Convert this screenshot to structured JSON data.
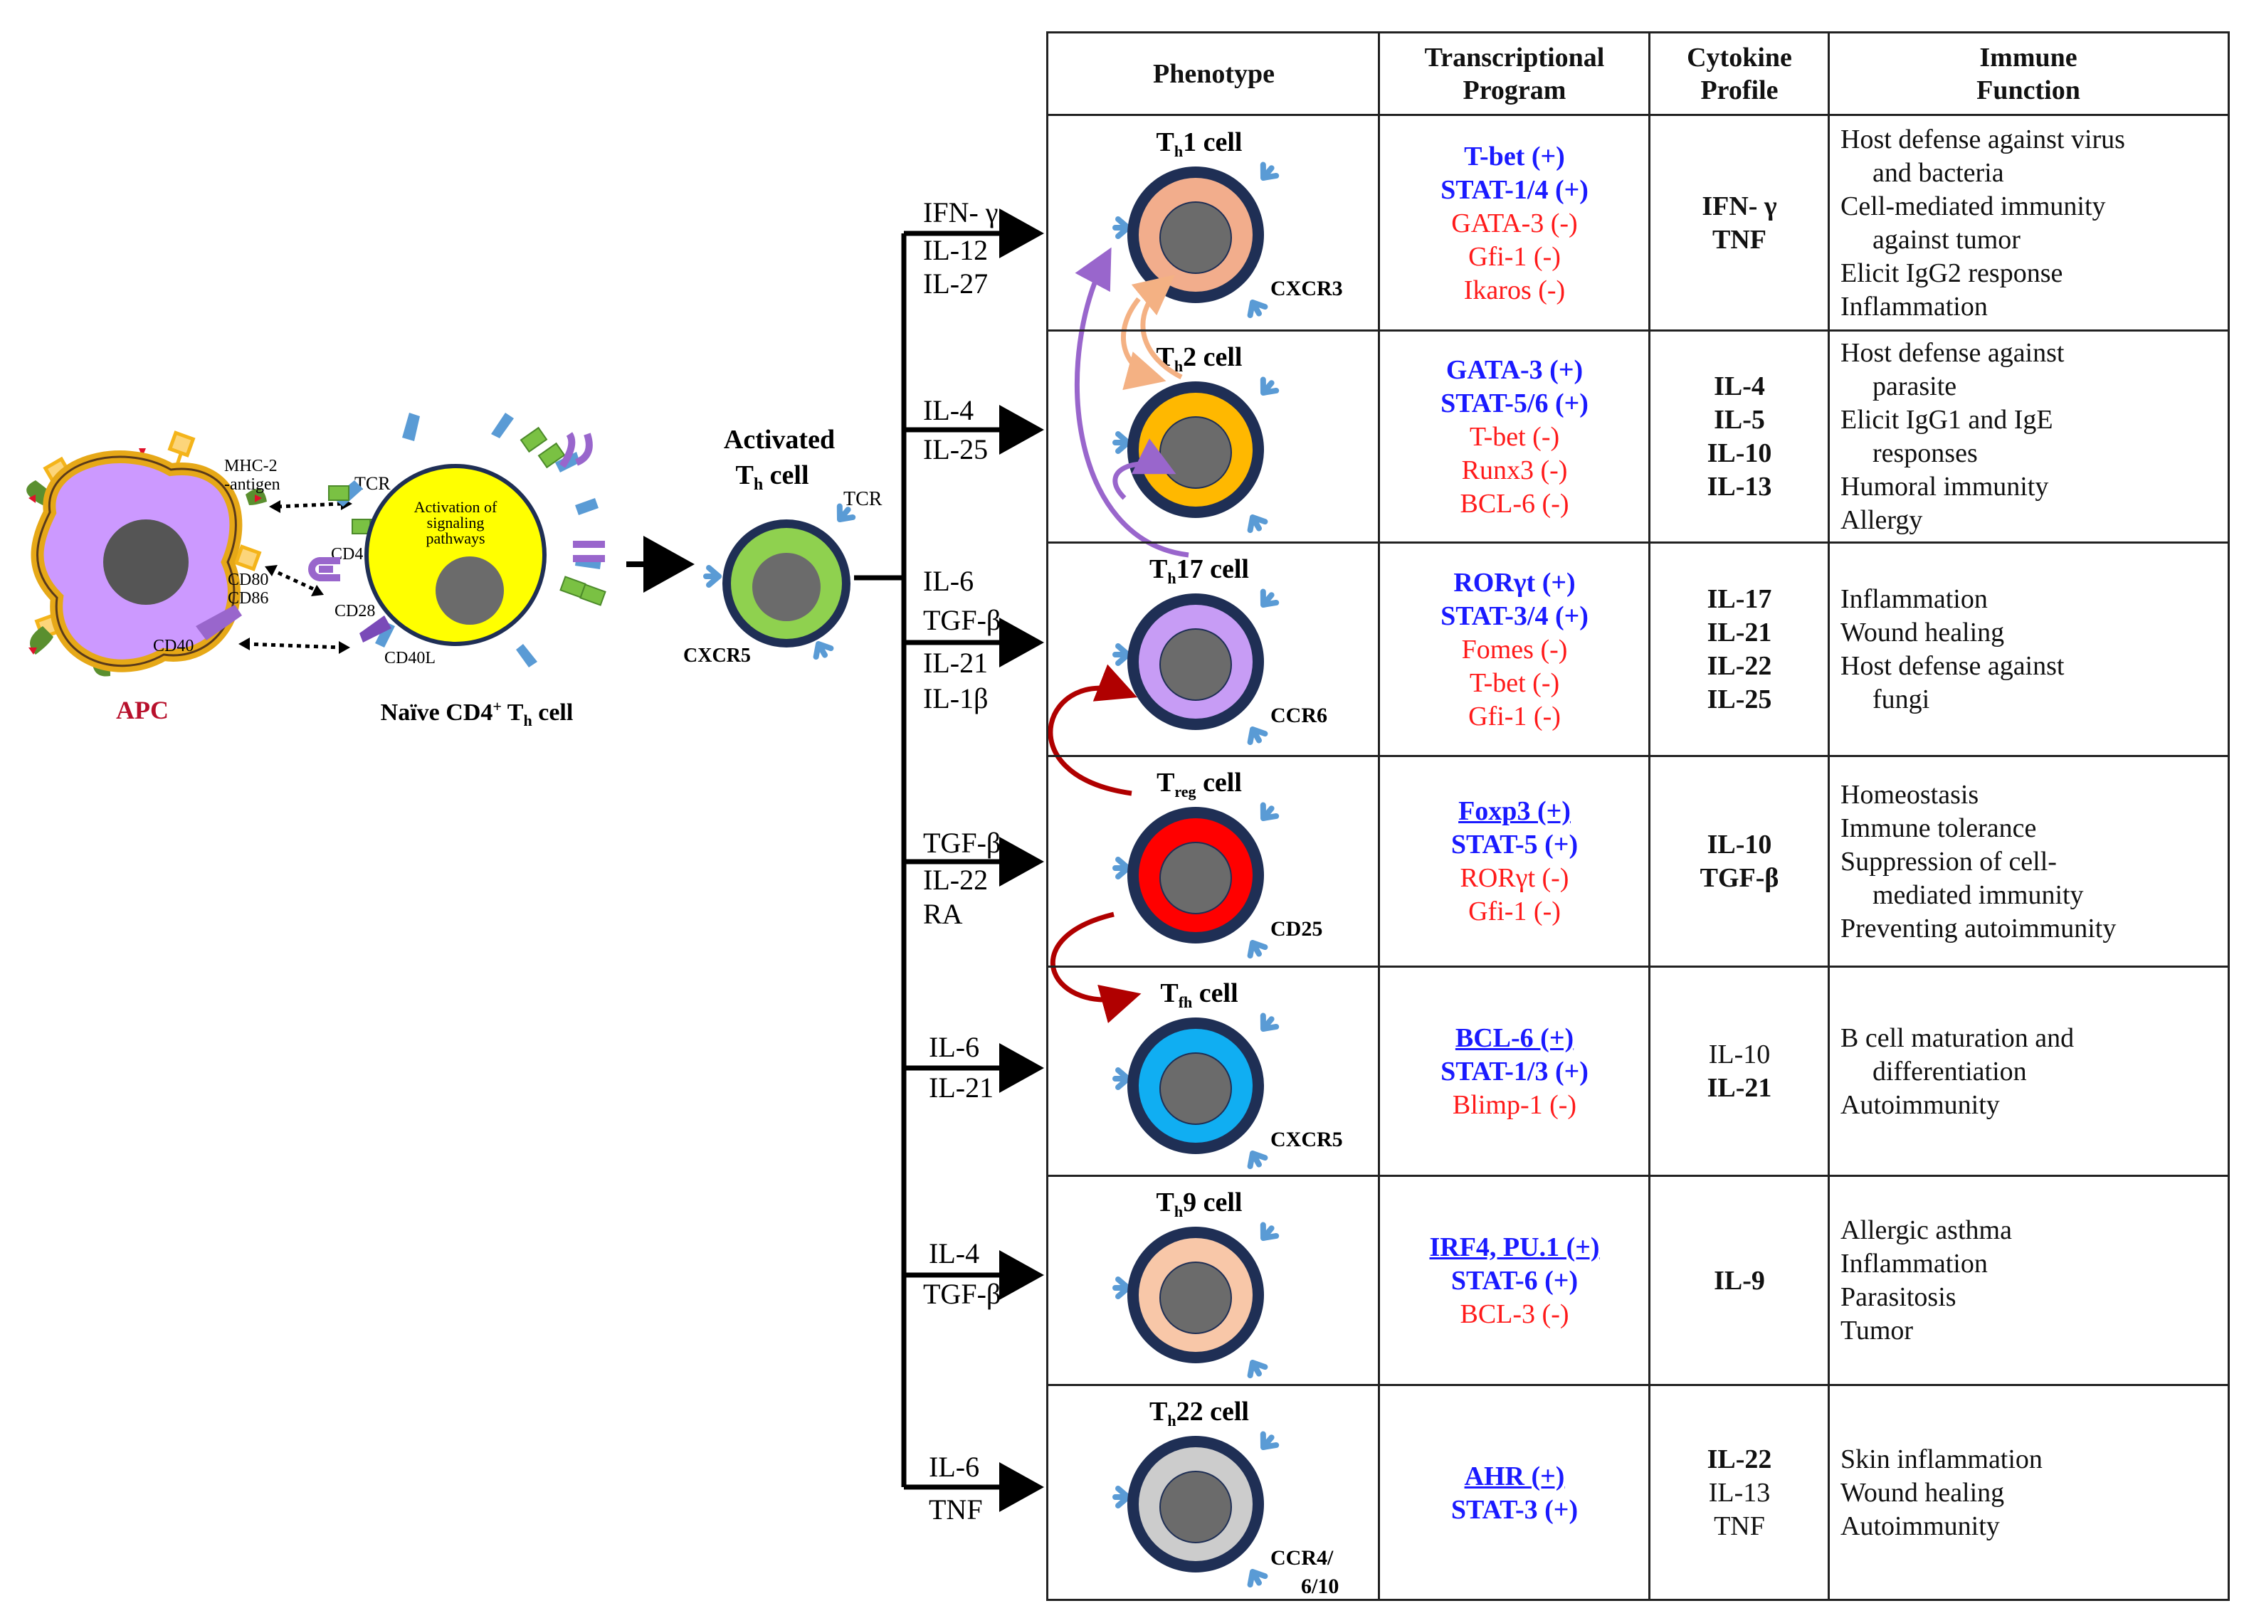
{
  "left": {
    "apc_label": "APC",
    "mhc_label_1": "MHC-2",
    "mhc_label_2": "-antigen",
    "tcr_label": "TCR",
    "cd4_label": "CD4",
    "cd80_label": "CD80",
    "cd86_label": "CD86",
    "cd28_label": "CD28",
    "cd40_label": "CD40",
    "cd40l_label": "CD40L",
    "activation_1": "Activation of",
    "activation_2": "signaling",
    "activation_3": "pathways",
    "naive_label": "Naïve CD4",
    "naive_sup": "+",
    "naive_t": " T",
    "naive_sub": "h",
    "naive_end": " cell",
    "activated_1": "Activated",
    "activated_t": "T",
    "activated_sub": "h",
    "activated_end": " cell",
    "activated_tcr": "TCR",
    "activated_cxcr5": "CXCR5"
  },
  "branches": [
    {
      "lines": [
        "IFN- γ",
        "IL-12",
        "IL-27"
      ]
    },
    {
      "lines": [
        "IL-4",
        "IL-25"
      ]
    },
    {
      "lines": [
        "IL-6",
        "TGF-β",
        "IL-21",
        "IL-1β"
      ]
    },
    {
      "lines": [
        "TGF-β",
        "IL-22",
        "RA"
      ]
    },
    {
      "lines": [
        "IL-6",
        "IL-21"
      ]
    },
    {
      "lines": [
        "IL-4",
        "TGF-β"
      ]
    },
    {
      "lines": [
        "IL-6",
        "TNF"
      ]
    }
  ],
  "table": {
    "headers": [
      "Phenotype",
      "Transcriptional\nProgram",
      "Cytokine\nProfile",
      "Immune\nFunction"
    ],
    "rows": [
      {
        "cell_t": "T",
        "cell_sub": "h",
        "cell_rest": "1 cell",
        "marker": "CXCR3",
        "inner_color": "#f2ad8c",
        "marker_pos": "right",
        "tf": [
          {
            "text": "T-bet (+)",
            "type": "pos"
          },
          {
            "text": "STAT-1/4 (+)",
            "type": "pos"
          },
          {
            "text": "GATA-3 (-)",
            "type": "neg"
          },
          {
            "text": "Gfi-1 (-)",
            "type": "neg"
          },
          {
            "text": "Ikaros (-)",
            "type": "neg"
          }
        ],
        "cytokines": [
          {
            "text": "IFN- γ",
            "bold": true
          },
          {
            "text": "TNF",
            "bold": true
          }
        ],
        "functions": [
          {
            "text": "Host defense against virus",
            "indent": false
          },
          {
            "text": "and bacteria",
            "indent": true
          },
          {
            "text": "Cell-mediated immunity",
            "indent": false
          },
          {
            "text": "against tumor",
            "indent": true
          },
          {
            "text": "Elicit IgG2 response",
            "indent": false
          },
          {
            "text": "Inflammation",
            "indent": false
          }
        ]
      },
      {
        "cell_t": "T",
        "cell_sub": "h",
        "cell_rest": "2 cell",
        "marker": "",
        "inner_color": "#ffb800",
        "tf": [
          {
            "text": "GATA-3 (+)",
            "type": "pos"
          },
          {
            "text": "STAT-5/6 (+)",
            "type": "pos"
          },
          {
            "text": "T-bet (-)",
            "type": "neg"
          },
          {
            "text": "Runx3 (-)",
            "type": "neg"
          },
          {
            "text": "BCL-6 (-)",
            "type": "neg"
          }
        ],
        "cytokines": [
          {
            "text": "IL-4",
            "bold": true
          },
          {
            "text": "IL-5",
            "bold": true
          },
          {
            "text": "IL-10",
            "bold": true
          },
          {
            "text": "IL-13",
            "bold": true
          }
        ],
        "functions": [
          {
            "text": "Host defense against",
            "indent": false
          },
          {
            "text": "parasite",
            "indent": true
          },
          {
            "text": "Elicit IgG1 and IgE",
            "indent": false
          },
          {
            "text": "responses",
            "indent": true
          },
          {
            "text": "Humoral immunity",
            "indent": false
          },
          {
            "text": "Allergy",
            "indent": false
          }
        ]
      },
      {
        "cell_t": "T",
        "cell_sub": "h",
        "cell_rest": "17 cell",
        "marker": "CCR6",
        "inner_color": "#c79cf5",
        "tf": [
          {
            "text": "RORγt (+)",
            "type": "pos"
          },
          {
            "text": "STAT-3/4 (+)",
            "type": "pos"
          },
          {
            "text": "Fomes (-)",
            "type": "neg"
          },
          {
            "text": "T-bet (-)",
            "type": "neg"
          },
          {
            "text": "Gfi-1 (-)",
            "type": "neg"
          }
        ],
        "cytokines": [
          {
            "text": "IL-17",
            "bold": true
          },
          {
            "text": "IL-21",
            "bold": true
          },
          {
            "text": "IL-22",
            "bold": true
          },
          {
            "text": "IL-25",
            "bold": true
          }
        ],
        "functions": [
          {
            "text": "Inflammation",
            "indent": false
          },
          {
            "text": "Wound healing",
            "indent": false
          },
          {
            "text": "Host defense against",
            "indent": false
          },
          {
            "text": "fungi",
            "indent": true
          }
        ]
      },
      {
        "cell_t": "T",
        "cell_sub": "reg",
        "cell_rest": " cell",
        "marker": "CD25",
        "inner_color": "#ff0000",
        "tf": [
          {
            "text": "Foxp3 (+)",
            "type": "pos",
            "underline": true
          },
          {
            "text": "STAT-5 (+)",
            "type": "pos"
          },
          {
            "text": "RORγt (-)",
            "type": "neg"
          },
          {
            "text": "Gfi-1 (-)",
            "type": "neg"
          }
        ],
        "cytokines": [
          {
            "text": "IL-10",
            "bold": true
          },
          {
            "text": "TGF-β",
            "bold": true
          }
        ],
        "functions": [
          {
            "text": "Homeostasis",
            "indent": false
          },
          {
            "text": "Immune tolerance",
            "indent": false
          },
          {
            "text": "Suppression of cell-",
            "indent": false
          },
          {
            "text": "mediated immunity",
            "indent": true
          },
          {
            "text": "Preventing autoimmunity",
            "indent": false
          }
        ]
      },
      {
        "cell_t": "T",
        "cell_sub": "fh",
        "cell_rest": " cell",
        "marker": "CXCR5",
        "inner_color": "#10aef2",
        "tf": [
          {
            "text": "BCL-6 (+)",
            "type": "pos",
            "underline": true
          },
          {
            "text": "STAT-1/3 (+)",
            "type": "pos"
          },
          {
            "text": "Blimp-1 (-)",
            "type": "neg"
          }
        ],
        "cytokines": [
          {
            "text": "IL-10",
            "bold": false
          },
          {
            "text": "IL-21",
            "bold": true
          }
        ],
        "functions": [
          {
            "text": "B cell maturation and",
            "indent": false
          },
          {
            "text": "differentiation",
            "indent": true
          },
          {
            "text": "Autoimmunity",
            "indent": false
          }
        ]
      },
      {
        "cell_t": "T",
        "cell_sub": "h",
        "cell_rest": "9 cell",
        "marker": "",
        "inner_color": "#f8c7a8",
        "tf": [
          {
            "text": "IRF4, PU.1 (+)",
            "type": "pos",
            "underline": true
          },
          {
            "text": "STAT-6 (+)",
            "type": "pos"
          },
          {
            "text": "BCL-3 (-)",
            "type": "neg"
          }
        ],
        "cytokines": [
          {
            "text": "IL-9",
            "bold": true
          }
        ],
        "functions": [
          {
            "text": "Allergic asthma",
            "indent": false
          },
          {
            "text": "Inflammation",
            "indent": false
          },
          {
            "text": "Parasitosis",
            "indent": false
          },
          {
            "text": "Tumor",
            "indent": false
          }
        ]
      },
      {
        "cell_t": "T",
        "cell_sub": "h",
        "cell_rest": "22 cell",
        "marker": "CCR4/",
        "marker2": "6/10",
        "inner_color": "#cccccc",
        "tf": [
          {
            "text": "AHR (+)",
            "type": "pos",
            "underline": true
          },
          {
            "text": "STAT-3 (+)",
            "type": "pos"
          }
        ],
        "cytokines": [
          {
            "text": "IL-22",
            "bold": true
          },
          {
            "text": "IL-13",
            "bold": false
          },
          {
            "text": "TNF",
            "bold": false
          }
        ],
        "functions": [
          {
            "text": "Skin inflammation",
            "indent": false
          },
          {
            "text": "Wound healing",
            "indent": false
          },
          {
            "text": "Autoimmunity",
            "indent": false
          }
        ]
      }
    ]
  },
  "colors": {
    "apc_body": "#cc99ff",
    "apc_ring": "#f4b41a",
    "apc_label": "#b8102c",
    "naive_body": "#ffff00",
    "activated_ring": "#8fd14f",
    "cell_border": "#1f2f55",
    "nucleus": "#6b6b6b",
    "receptor": "#5a9bd5",
    "arrow_purple": "#9966cc",
    "arrow_orange": "#f4b183",
    "arrow_red": "#b00000",
    "positive_text": "#1a1aff",
    "negative_text": "#ff1a1a"
  }
}
